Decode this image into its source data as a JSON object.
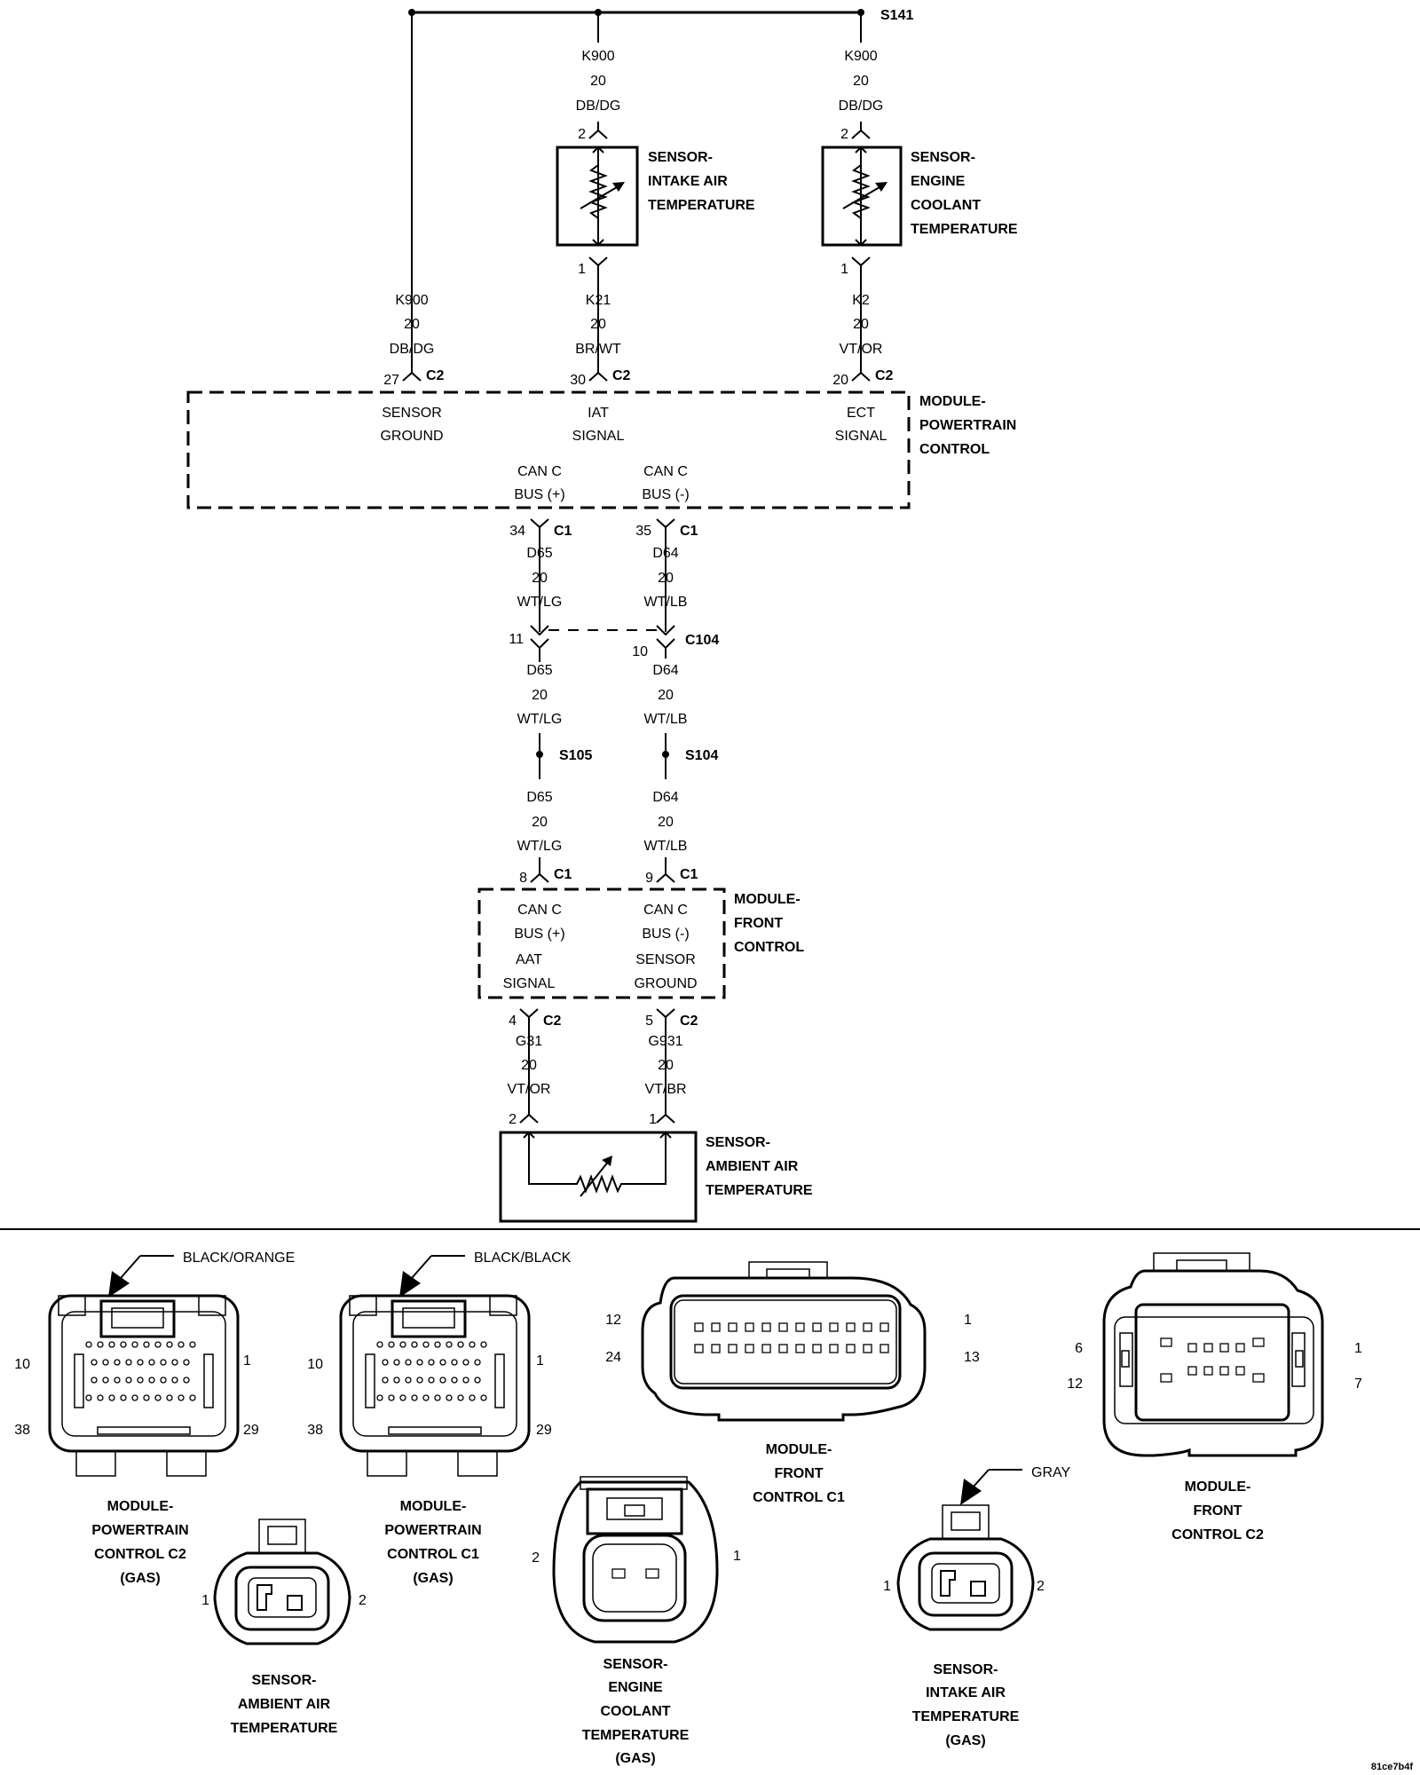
{
  "splices": {
    "s141": "S141",
    "s105": "S105",
    "s104": "S104"
  },
  "wires": {
    "k900_left": {
      "circuit": "K900",
      "gauge": "20",
      "color": "DB/DG"
    },
    "k900_iat": {
      "circuit": "K900",
      "gauge": "20",
      "color": "DB/DG"
    },
    "k900_ect": {
      "circuit": "K900",
      "gauge": "20",
      "color": "DB/DG"
    },
    "k21": {
      "circuit": "K21",
      "gauge": "20",
      "color": "BR/WT"
    },
    "k2": {
      "circuit": "K2",
      "gauge": "20",
      "color": "VT/OR"
    },
    "d65_a": {
      "circuit": "D65",
      "gauge": "20",
      "color": "WT/LG"
    },
    "d64_a": {
      "circuit": "D64",
      "gauge": "20",
      "color": "WT/LB"
    },
    "d65_b": {
      "circuit": "D65",
      "gauge": "20",
      "color": "WT/LG"
    },
    "d64_b": {
      "circuit": "D64",
      "gauge": "20",
      "color": "WT/LB"
    },
    "d65_c": {
      "circuit": "D65",
      "gauge": "20",
      "color": "WT/LG"
    },
    "d64_c": {
      "circuit": "D64",
      "gauge": "20",
      "color": "WT/LB"
    },
    "g31": {
      "circuit": "G31",
      "gauge": "20",
      "color": "VT/OR"
    },
    "g931": {
      "circuit": "G931",
      "gauge": "20",
      "color": "VT/BR"
    }
  },
  "pins": {
    "iat_sensor_2": "2",
    "iat_sensor_1": "1",
    "ect_sensor_2": "2",
    "ect_sensor_1": "1",
    "pcm_27": "27",
    "pcm_30": "30",
    "pcm_20": "20",
    "pcm_34": "34",
    "pcm_35": "35",
    "c104_11": "11",
    "c104_10": "10",
    "fcm_8": "8",
    "fcm_9": "9",
    "fcm_4": "4",
    "fcm_5": "5",
    "aat_2": "2",
    "aat_1": "1"
  },
  "connector_ids": {
    "c2_27": "C2",
    "c2_30": "C2",
    "c2_20": "C2",
    "c1_34": "C1",
    "c1_35": "C1",
    "c104": "C104",
    "c1_8": "C1",
    "c1_9": "C1",
    "c2_4": "C2",
    "c2_5": "C2"
  },
  "components": {
    "iat_sensor": [
      "SENSOR-",
      "INTAKE AIR",
      "TEMPERATURE"
    ],
    "ect_sensor": [
      "SENSOR-",
      "ENGINE",
      "COOLANT",
      "TEMPERATURE"
    ],
    "pcm": [
      "MODULE-",
      "POWERTRAIN",
      "CONTROL"
    ],
    "fcm": [
      "MODULE-",
      "FRONT",
      "CONTROL"
    ],
    "aat_sensor": [
      "SENSOR-",
      "AMBIENT AIR",
      "TEMPERATURE"
    ]
  },
  "pcm_functions": {
    "sensor_ground": [
      "SENSOR",
      "GROUND"
    ],
    "iat_signal": [
      "IAT",
      "SIGNAL"
    ],
    "ect_signal": [
      "ECT",
      "SIGNAL"
    ],
    "can_plus": [
      "CAN C",
      "BUS (+)"
    ],
    "can_minus": [
      "CAN C",
      "BUS (-)"
    ]
  },
  "fcm_functions": {
    "can_plus": [
      "CAN C",
      "BUS (+)"
    ],
    "can_minus": [
      "CAN C",
      "BUS (-)"
    ],
    "aat_signal": [
      "AAT",
      "SIGNAL"
    ],
    "sensor_ground": [
      "SENSOR",
      "GROUND"
    ]
  },
  "connector_views": {
    "pcm_c2": {
      "caption": [
        "MODULE-",
        "POWERTRAIN",
        "CONTROL C2",
        "(GAS)"
      ],
      "color_label": "BLACK/ORANGE",
      "pins": {
        "top_left": "10",
        "top_right": "1",
        "bottom_left": "38",
        "bottom_right": "29"
      }
    },
    "pcm_c1": {
      "caption": [
        "MODULE-",
        "POWERTRAIN",
        "CONTROL C1",
        "(GAS)"
      ],
      "color_label": "BLACK/BLACK",
      "pins": {
        "top_left": "10",
        "top_right": "1",
        "bottom_left": "38",
        "bottom_right": "29"
      }
    },
    "fcm_c1": {
      "caption": [
        "MODULE-",
        "FRONT",
        "CONTROL C1"
      ],
      "pins": {
        "top_left": "12",
        "top_right": "1",
        "bottom_left": "24",
        "bottom_right": "13"
      }
    },
    "fcm_c2": {
      "caption": [
        "MODULE-",
        "FRONT",
        "CONTROL C2"
      ],
      "pins": {
        "top_left": "6",
        "top_right": "1",
        "bottom_left": "12",
        "bottom_right": "7"
      }
    },
    "aat_sensor": {
      "caption": [
        "SENSOR-",
        "AMBIENT AIR",
        "TEMPERATURE"
      ],
      "pins": {
        "left": "1",
        "right": "2"
      }
    },
    "ect_sensor": {
      "caption": [
        "SENSOR-",
        "ENGINE",
        "COOLANT",
        "TEMPERATURE",
        "(GAS)"
      ],
      "pins": {
        "left": "2",
        "right": "1"
      }
    },
    "iat_sensor": {
      "caption": [
        "SENSOR-",
        "INTAKE AIR",
        "TEMPERATURE",
        "(GAS)"
      ],
      "color_label": "GRAY",
      "pins": {
        "left": "1",
        "right": "2"
      }
    }
  },
  "figure_id": "81ce7b4f"
}
